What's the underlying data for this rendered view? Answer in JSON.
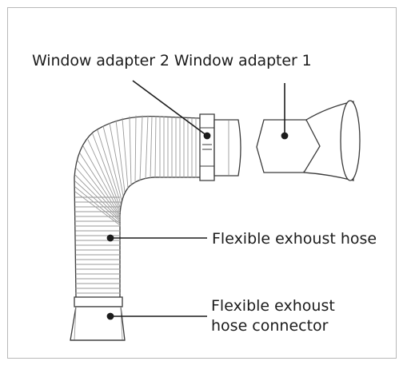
{
  "labels": {
    "window_adapters": "Window adapter 2 Window adapter 1",
    "flexible_hose": "Flexible exhoust hose",
    "hose_connector_line1": "Flexible exhoust",
    "hose_connector_line2": "hose connector"
  },
  "colors": {
    "stroke": "#3a3a3a",
    "ribs": "#9a9a9a",
    "frame": "#b8b8b8",
    "text": "#1c1c1c"
  }
}
